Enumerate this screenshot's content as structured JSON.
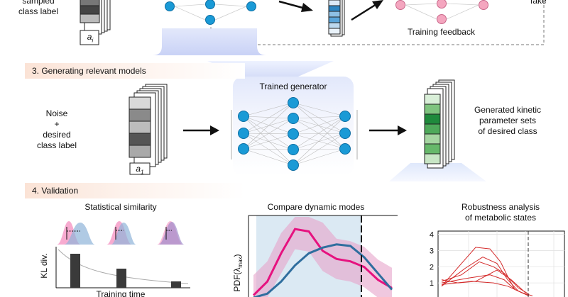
{
  "top": {
    "label_line1": "sampled",
    "label_line2": "class label",
    "stack_index": "a",
    "stack_sub": "i",
    "feedback": "Training feedback",
    "fake": "fake"
  },
  "section3": {
    "title": "3. Generating relevant models",
    "input_line1": "Noise",
    "input_line2": "+",
    "input_line3": "desired",
    "input_line4": "class label",
    "stack_index": "a",
    "stack_sub": "1",
    "generator_label": "Trained generator",
    "output_line1": "Generated kinetic",
    "output_line2": "parameter sets",
    "output_line3": "of desired class"
  },
  "section4": {
    "title": "4. Validation",
    "panel1_title": "Statistical similarity",
    "panel1_ylabel": "KL div.",
    "panel1_xlabel": "Training time",
    "panel2_title": "Compare dynamic modes",
    "panel2_ylabel_main": "PDF(λ",
    "panel2_ylabel_sub": "max",
    "panel2_ylabel_close": ")",
    "panel3_title_line1": "Robustness analysis",
    "panel3_title_line2": "of metabolic states"
  },
  "colors": {
    "node_blue": "#1a9ad6",
    "node_pink": "#f4a6bf",
    "pink_line": "#e6127f",
    "blue_line": "#2f6e9e",
    "red_line": "#d42b2b"
  },
  "chart_data": [
    {
      "type": "bar",
      "title": "Statistical similarity",
      "xlabel": "Training time",
      "ylabel": "KL div.",
      "categories": [
        "",
        "",
        ""
      ],
      "values": [
        0.8,
        0.45,
        0.15
      ]
    },
    {
      "type": "line",
      "title": "Compare dynamic modes",
      "series": [
        {
          "x": [
            0,
            1,
            2,
            3,
            4,
            5,
            6,
            7,
            8,
            9,
            10
          ],
          "values": [
            0.03,
            0.2,
            0.55,
            0.85,
            0.82,
            0.58,
            0.48,
            0.45,
            0.38,
            0.22,
            0.12
          ]
        },
        {
          "x": [
            0,
            1,
            2,
            3,
            4,
            5,
            6,
            7,
            8,
            9,
            10
          ],
          "values": [
            0.0,
            0.05,
            0.2,
            0.4,
            0.55,
            0.62,
            0.66,
            0.64,
            0.5,
            0.3,
            0.1
          ]
        }
      ]
    },
    {
      "type": "line",
      "title": "Robustness analysis of metabolic states",
      "y_ticks": [
        1,
        2,
        3,
        4
      ],
      "ylim": [
        0,
        4.2
      ]
    }
  ]
}
